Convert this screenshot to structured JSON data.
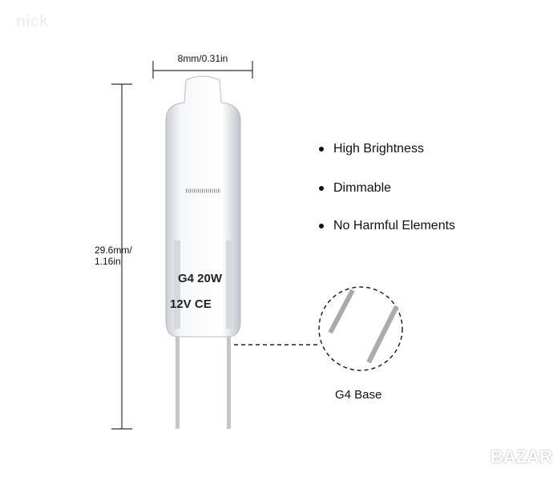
{
  "watermark": "nick",
  "dimensions": {
    "width": "8mm/0.31in",
    "height_mm": "29.6mm/",
    "height_in": "1.16in"
  },
  "bulb_marking": {
    "line1": "G4 20W",
    "line2": "12V CE"
  },
  "features": [
    {
      "label": "High Brightness"
    },
    {
      "label": "Dimmable"
    },
    {
      "label": "No Harmful Elements"
    }
  ],
  "base_label": "G4 Base",
  "logo": "BAZAR"
}
